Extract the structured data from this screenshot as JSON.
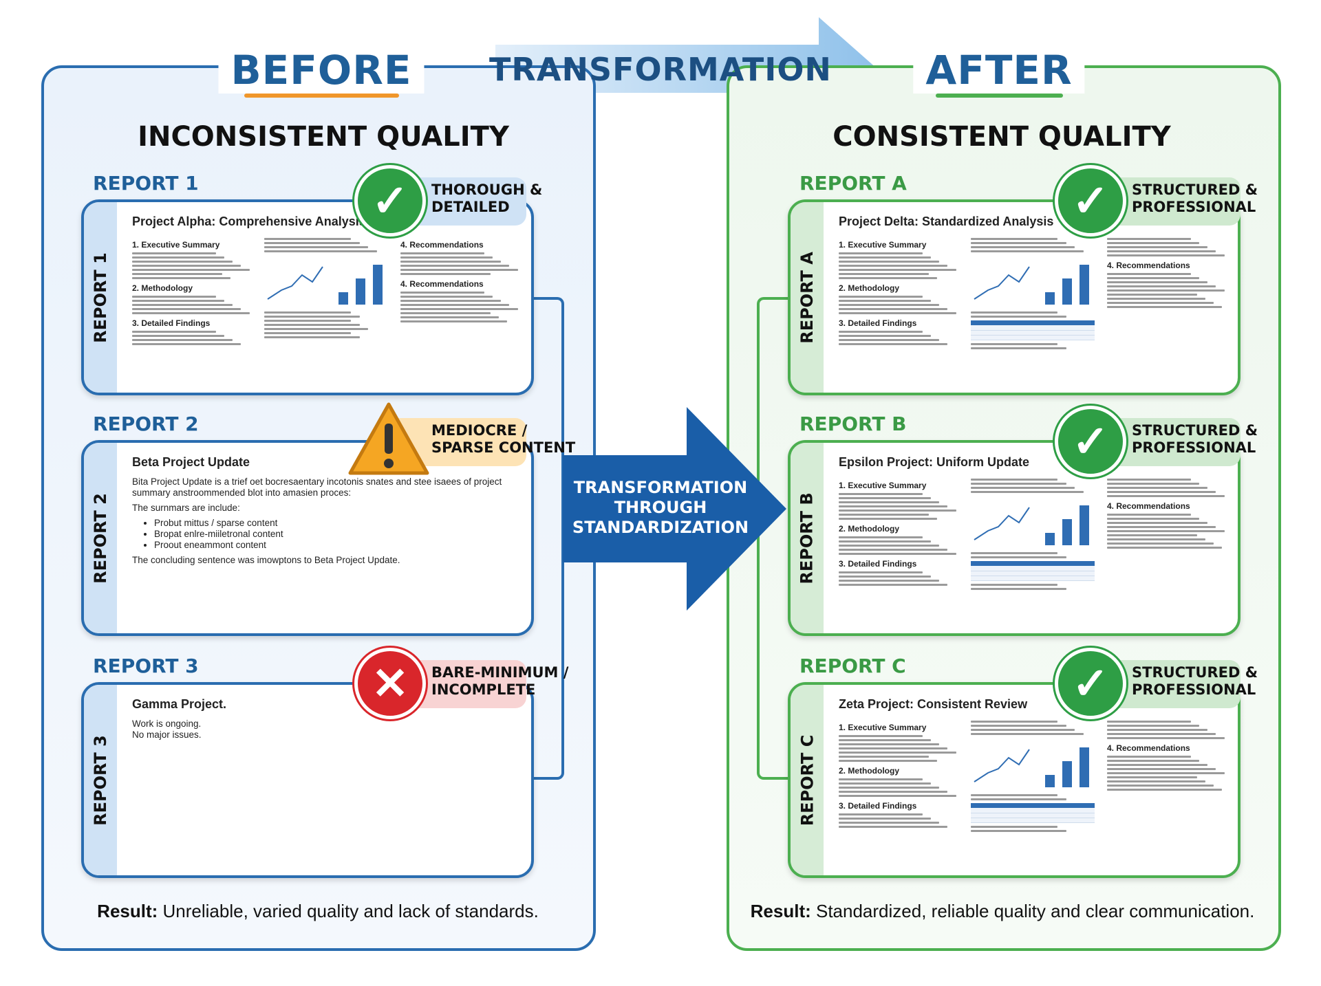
{
  "header": {
    "before": "BEFORE",
    "transformation": "TRANSFORMATION",
    "after": "AFTER"
  },
  "before": {
    "headline": "INCONSISTENT QUALITY",
    "result_label": "Result:",
    "result_text": " Unreliable, varied quality and lack of standards.",
    "reports": [
      {
        "label": "REPORT 1",
        "side": "REPORT 1",
        "badge": "check",
        "badge_text": "THOROUGH & DETAILED",
        "title": "Project Alpha: Comprehensive Analysis",
        "sections": [
          "1. Executive Summary",
          "2. Methodology",
          "3. Detailed Findings",
          "4. Recommendations",
          "4. Recommendations"
        ]
      },
      {
        "label": "REPORT 2",
        "side": "REPORT 2",
        "badge": "warning",
        "badge_text": "MEDIOCRE / SPARSE CONTENT",
        "title": "Beta Project Update",
        "paragraph": "Bita Project Update is a trief oet bocresaentary incotonis snates and stee isaees of project summary anstroommended blot into amasien proces:",
        "intro": "The surnmars are include:",
        "bullets": [
          "Probut mittus / sparse content",
          "Bropat enlre-miiletronal content",
          "Proout eneammont content"
        ],
        "conclusion": "The concluding sentence was imowptons to Beta Project Update."
      },
      {
        "label": "REPORT 3",
        "side": "REPORT 3",
        "badge": "error",
        "badge_text": "BARE-MINIMUM / INCOMPLETE",
        "title": "Gamma Project.",
        "lines": [
          "Work is ongoing.",
          "No major issues."
        ]
      }
    ]
  },
  "middle": {
    "arrow_text": [
      "TRANSFORMATION",
      "THROUGH",
      "STANDARDIZATION"
    ]
  },
  "after": {
    "headline": "CONSISTENT QUALITY",
    "result_label": "Result:",
    "result_text": " Standardized, reliable quality and clear communication.",
    "reports": [
      {
        "label": "REPORT A",
        "side": "REPORT A",
        "badge": "check",
        "badge_text": "STRUCTURED & PROFESSIONAL",
        "title": "Project Delta: Standardized Analysis",
        "sections": [
          "1. Executive Summary",
          "2. Methodology",
          "3. Detailed Findings",
          "4. Recommendations"
        ]
      },
      {
        "label": "REPORT B",
        "side": "REPORT B",
        "badge": "check",
        "badge_text": "STRUCTURED & PROFESSIONAL",
        "title": "Epsilon Project: Uniform Update",
        "sections": [
          "1. Executive Summary",
          "2. Methodology",
          "3. Detailed Findings",
          "4. Recommendations"
        ]
      },
      {
        "label": "REPORT C",
        "side": "REPORT C",
        "badge": "check",
        "badge_text": "STRUCTURED & PROFESSIONAL",
        "title": "Zeta Project: Consistent Review",
        "sections": [
          "1. Executive Summary",
          "2. Methodology",
          "3. Detailed Findings",
          "4. Recommendations"
        ]
      }
    ]
  },
  "colors": {
    "before_blue": "#2a6db0",
    "after_green": "#4caf50",
    "title_blue": "#1f5f99",
    "success": "#2e9e45",
    "warning": "#f5a623",
    "error": "#d9262b",
    "arrow_dark": "#1a5ea8"
  }
}
